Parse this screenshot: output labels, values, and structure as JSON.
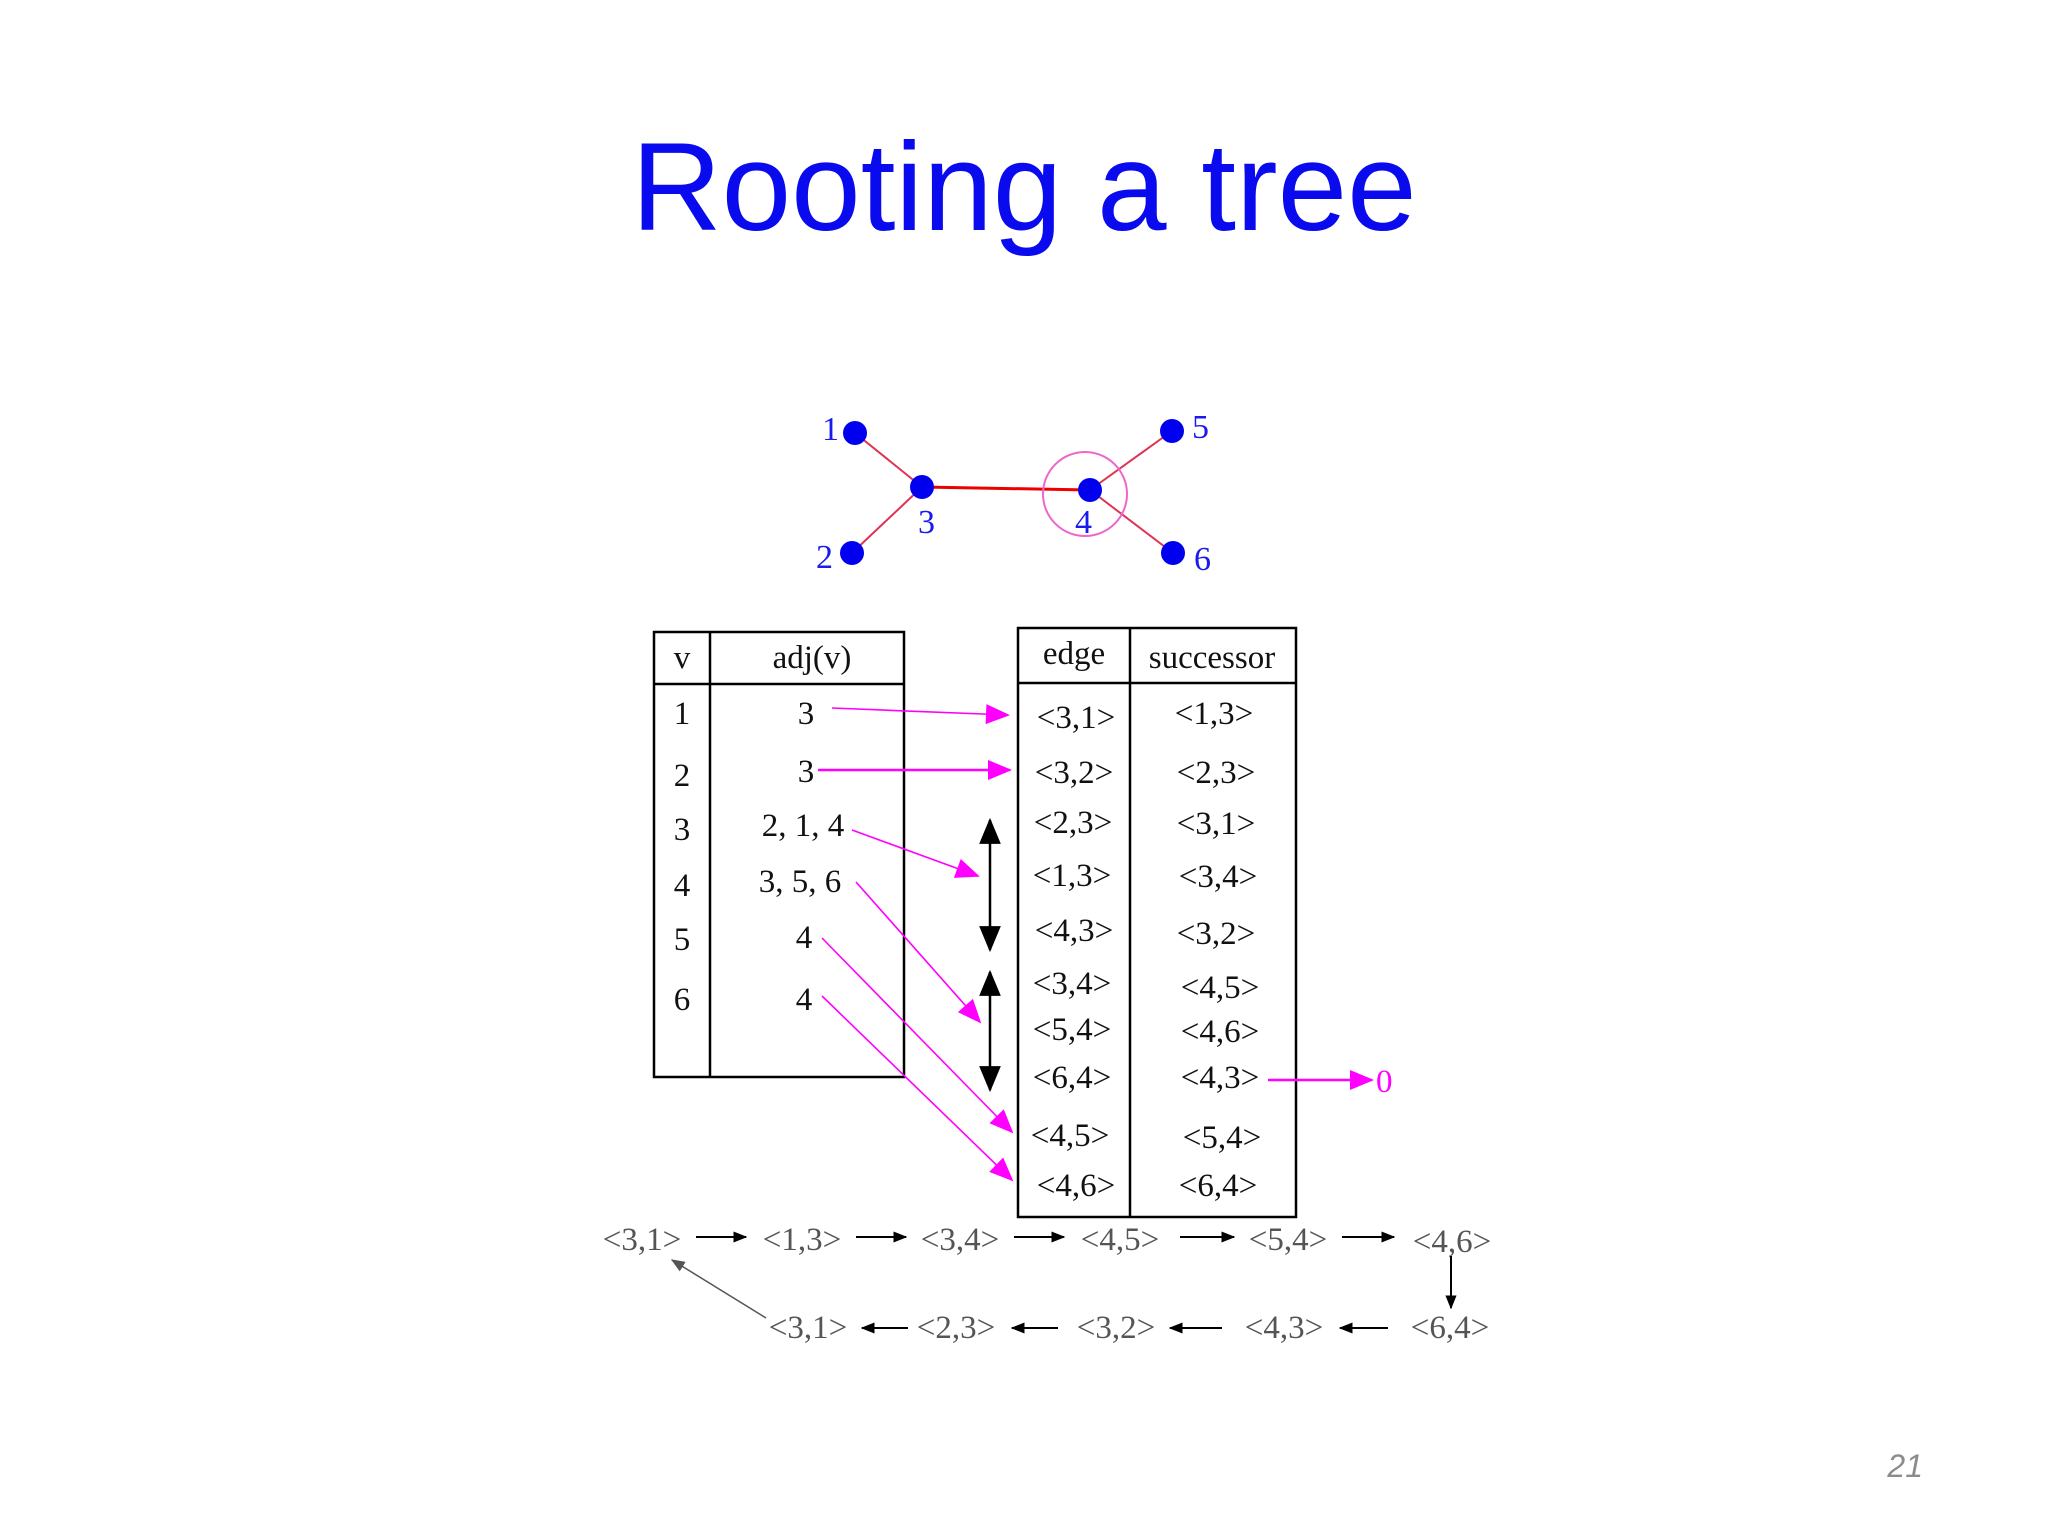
{
  "slide": {
    "title": "Rooting a tree",
    "page_number": "21"
  },
  "colors": {
    "title": "#0a0aee",
    "node": "#0000ee",
    "tree_edge": "#dd3355",
    "main_edge": "#ee0000",
    "root_circle": "#ee66cc",
    "pointer_arrow": "#ff00ff"
  },
  "tree": {
    "nodes": [
      "1",
      "2",
      "3",
      "4",
      "5",
      "6"
    ],
    "edges": [
      [
        "1",
        "3"
      ],
      [
        "2",
        "3"
      ],
      [
        "3",
        "4"
      ],
      [
        "4",
        "5"
      ],
      [
        "4",
        "6"
      ]
    ],
    "root": "4"
  },
  "adjacency_table": {
    "headers": [
      "v",
      "adj(v)"
    ],
    "rows": [
      {
        "v": "1",
        "adj": "3"
      },
      {
        "v": "2",
        "adj": "3"
      },
      {
        "v": "3",
        "adj": "2, 1, 4"
      },
      {
        "v": "4",
        "adj": "3, 5, 6"
      },
      {
        "v": "5",
        "adj": "4"
      },
      {
        "v": "6",
        "adj": "4"
      }
    ]
  },
  "successor_table": {
    "headers": [
      "edge",
      "successor"
    ],
    "rows": [
      {
        "edge": "<3,1>",
        "successor": "<1,3>"
      },
      {
        "edge": "<3,2>",
        "successor": "<2,3>"
      },
      {
        "edge": "<2,3>",
        "successor": "<3,1>"
      },
      {
        "edge": "<1,3>",
        "successor": "<3,4>"
      },
      {
        "edge": "<4,3>",
        "successor": "<3,2>"
      },
      {
        "edge": "<3,4>",
        "successor": "<4,5>"
      },
      {
        "edge": "<5,4>",
        "successor": "<4,6>"
      },
      {
        "edge": "<6,4>",
        "successor": "<4,3>"
      },
      {
        "edge": "<4,5>",
        "successor": "<5,4>"
      },
      {
        "edge": "<4,6>",
        "successor": "<6,4>"
      }
    ],
    "terminal_value": "0"
  },
  "euler_tour": {
    "top_row": [
      "<3,1>",
      "<1,3>",
      "<3,4>",
      "<4,5>",
      "<5,4>",
      "<4,6>"
    ],
    "bottom_row": [
      "<3,1>",
      "<2,3>",
      "<3,2>",
      "<4,3>",
      "<6,4>"
    ]
  }
}
